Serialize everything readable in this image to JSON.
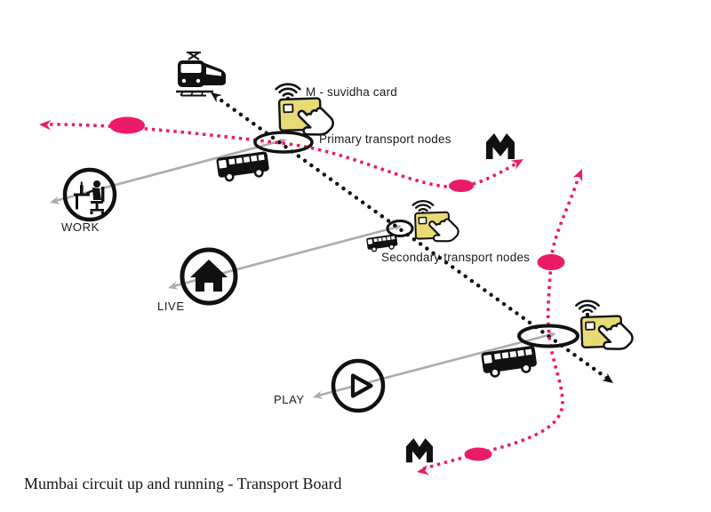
{
  "diagram": {
    "caption": "Mumbai circuit up and running - Transport Board",
    "labels": {
      "suvidha_card": "M - suvidha card",
      "primary_nodes": "Primary transport nodes",
      "secondary_nodes": "Secondary transport nodes",
      "work": "WORK",
      "live": "LIVE",
      "play": "PLAY",
      "metro_logo_letter": "M"
    },
    "colors": {
      "pink": "#EB1A67",
      "card_yellow": "#E8DB76",
      "line_gray": "#ACACAC",
      "ink": "#111111"
    },
    "icons": [
      "train-icon",
      "bus-icon",
      "metro-m-logo",
      "contactless-icon",
      "suvidha-card-icon",
      "pointing-hand-icon",
      "work-desk-icon",
      "live-house-icon",
      "play-triangle-icon"
    ]
  }
}
